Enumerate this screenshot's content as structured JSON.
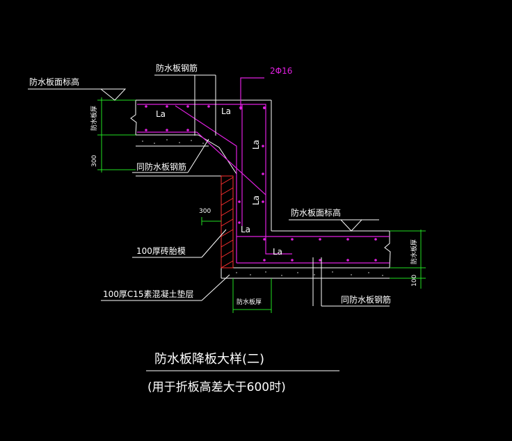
{
  "labels": {
    "top_elevation": "防水板面标高",
    "rebar_top": "防水板钢筋",
    "bar_spec": "2Φ16",
    "thickness_left": "防水板厚",
    "dim_300_left": "300",
    "same_rebar_left": "同防水板钢筋",
    "dim_300_mid": "300",
    "brick_mold": "100厚砖胎模",
    "cushion": "100厚C15素混凝土垫层",
    "thickness_bottom": "防水板厚",
    "same_rebar_right": "同防水板钢筋",
    "right_elevation": "防水板面标高",
    "thickness_right": "防水板厚",
    "dim_100": "100",
    "la": "La"
  },
  "title": {
    "main": "防水板降板大样(二)",
    "sub": "(用于折板高差大于600时)"
  },
  "colors": {
    "background": "#000000",
    "line": "#ffffff",
    "rebar": "#e020e0",
    "dimension": "#22e022",
    "hatch": "#ff3030"
  }
}
